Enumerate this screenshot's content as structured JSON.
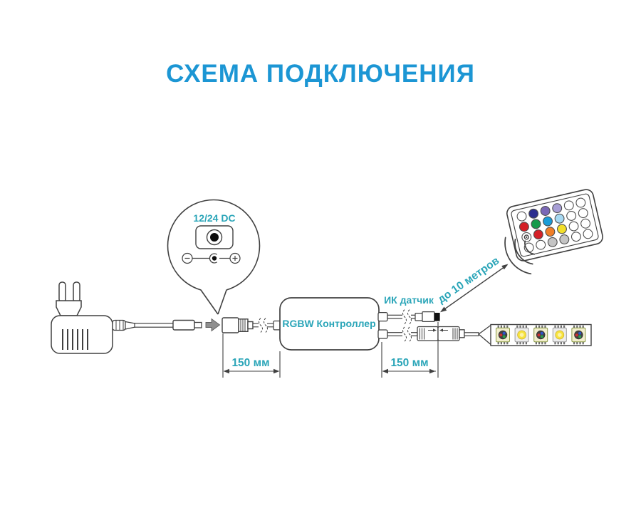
{
  "title": "СХЕМА ПОДКЛЮЧЕНИЯ",
  "colors": {
    "title_blue": "#1c96d4",
    "label_teal": "#2aa5b8",
    "line": "#404040",
    "arrow_gray": "#8f8f8f"
  },
  "callout": {
    "voltage_label": "12/24 DC",
    "polarity_minus": "−",
    "polarity_plus": "+"
  },
  "controller": {
    "label": "RGBW Контроллер"
  },
  "ir_sensor": {
    "label": "ИК датчик"
  },
  "remote": {
    "range_label": "до 10 метров",
    "buttons": [
      "#ffffff",
      "#2d2f8f",
      "#7a68b6",
      "#a89fd6",
      "#ffffff",
      "#ffffff",
      "#d42027",
      "#169a4b",
      "#1a9cd8",
      "#a6d9f2",
      "#ffffff",
      "#ffffff",
      "ring",
      "#d42027",
      "#f07f28",
      "#f3df2a",
      "#ffffff",
      "#ffffff",
      "#ffffff",
      "#ffffff",
      "#c4c4c4",
      "#c4c4c4",
      "#ffffff",
      "#ffffff"
    ]
  },
  "led_strip": {
    "modules": [
      "rgb",
      "white",
      "rgb",
      "white",
      "rgb"
    ]
  },
  "dimensions": {
    "left_label": "150 мм",
    "right_label": "150 мм"
  }
}
